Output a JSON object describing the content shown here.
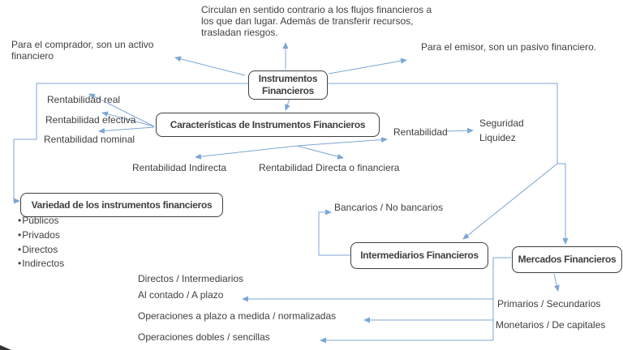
{
  "colors": {
    "connector": "#7ca6d4",
    "box-border": "#3f3f3f",
    "text": "#3f3f3f"
  },
  "notes": {
    "circulan": "Circulan en sentido contrario a los flujos financieros a los que dan lugar. Además de transferir recursos, trasladan riesgos.",
    "comprador": "Para el comprador, son un activo financiero",
    "emisor": "Para el emisor, son un pasivo financiero."
  },
  "boxes": {
    "instrumentos": "Instrumentos Financieros",
    "caracteristicas": "Características de Instrumentos Financieros",
    "variedad": "Variedad de los instrumentos financieros",
    "intermediarios": "Intermediarios Financieros",
    "mercados": "Mercados Financieros"
  },
  "labels": {
    "rent_real": "Rentabilidad real",
    "rent_efectiva": "Rentabilidad efectiva",
    "rent_nominal": "Rentabilidad nominal",
    "rentabilidad": "Rentabilidad",
    "seguridad": "Seguridad",
    "liquidez": "Liquidez",
    "rent_indirecta": "Rentabilidad Indirecta",
    "rent_directa": "Rentabilidad Directa o financiera",
    "bancarios": "Bancarios / No bancarios",
    "directos_intermediarios": "Directos / Intermediarios",
    "al_contado": "Al contado / A plazo",
    "operaciones_plazo": "Operaciones a plazo a medida / normalizadas",
    "operaciones_dobles": "Operaciones dobles / sencillas",
    "primarios": "Primarios / Secundarios",
    "monetarios": "Monetarios / De capitales"
  },
  "variedad_items": [
    "Públicos",
    "Privados",
    "Directos",
    "Indirectos"
  ]
}
